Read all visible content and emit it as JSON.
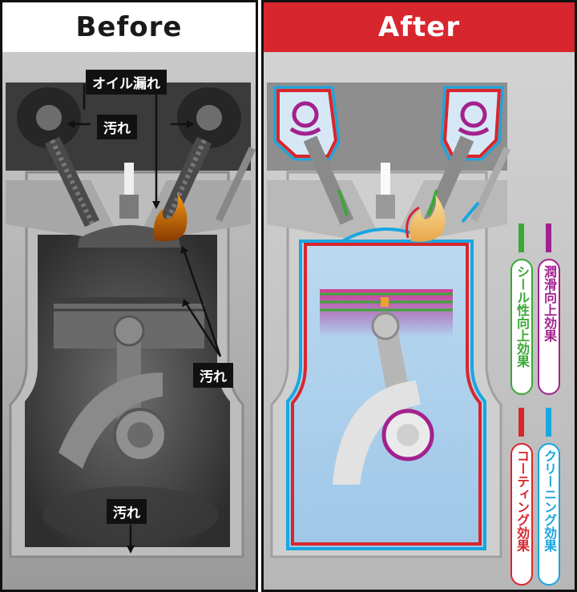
{
  "before": {
    "title": "Before",
    "labels": {
      "oil_leak": "オイル漏れ",
      "dirt_top": "汚れ",
      "dirt_right": "汚れ",
      "dirt_bottom": "汚れ"
    }
  },
  "after": {
    "title": "After",
    "effects": {
      "seal": "シール性向上効果",
      "lubrication": "潤滑向上効果",
      "coating": "コーティング効果",
      "cleaning": "クリーニング効果"
    }
  },
  "colors": {
    "after_header": "#d8262e",
    "seal": "#3aa935",
    "lubrication": "#a3218e",
    "coating": "#d8262e",
    "cleaning": "#19a6e0"
  }
}
